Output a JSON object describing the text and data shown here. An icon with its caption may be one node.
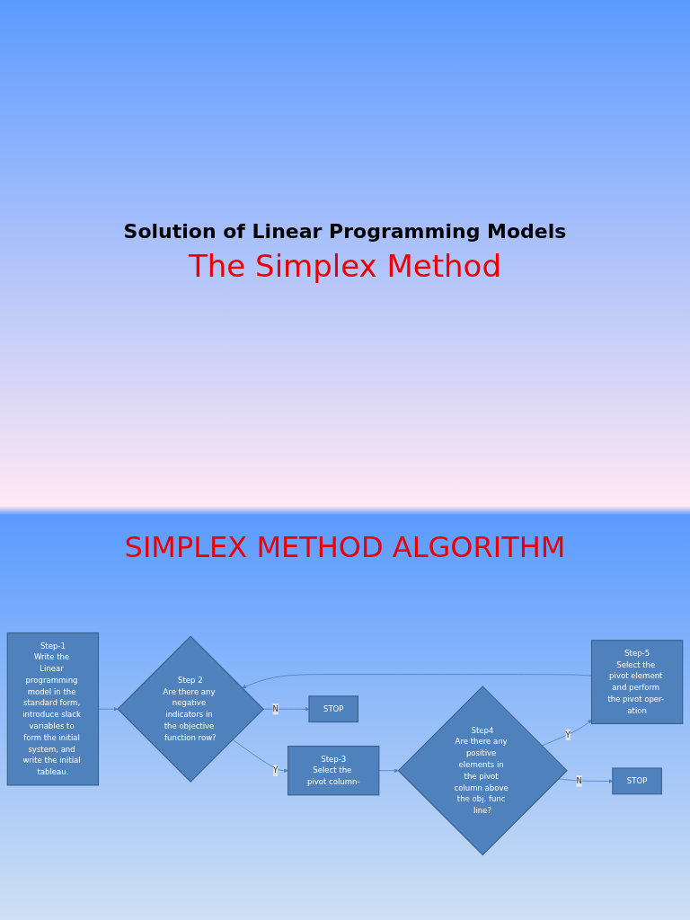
{
  "diagram": {
    "title": "SIMPLEX METHOD ALGORITHM",
    "labels": [
      "Solution of Linear Programming Models",
      "The Simplex Method"
    ],
    "nodes": [
      {
        "text": [
          "Step-1",
          "Write the Linear programming model in the standard form, introduce slack variables to form the initial system, and write the initial tableau."
        ]
      },
      {
        "text": [
          "Step 2",
          "Are there any negative indicators in the objective function row?"
        ]
      },
      {
        "text": [
          "Step-3",
          "Select the pivot column-"
        ]
      },
      {
        "text": [
          "Step4",
          "Are there any positive elements in the pivot column above the obj. func line?"
        ]
      },
      {
        "text": [
          "Step-5",
          "Select the pivot element and perform the pivot oper- ation"
        ]
      },
      {
        "text": [
          "STOP"
        ]
      },
      {
        "text": [
          "STOP"
        ]
      }
    ],
    "edges": [
      {
        "from": 0,
        "to": 1,
        "arrow": "to"
      },
      {
        "from": 1,
        "to": 2,
        "arrow": "to",
        "label": "Y"
      },
      {
        "from": 2,
        "to": 3,
        "arrow": "to"
      },
      {
        "from": 3,
        "to": 4,
        "arrow": "to",
        "label": "Y"
      },
      {
        "from": 4,
        "to": 1,
        "arrow": "to"
      },
      {
        "from": 1,
        "to": 5,
        "arrow": "to",
        "label": "N"
      },
      {
        "from": 3,
        "to": 6,
        "arrow": "to",
        "label": "N"
      }
    ]
  }
}
